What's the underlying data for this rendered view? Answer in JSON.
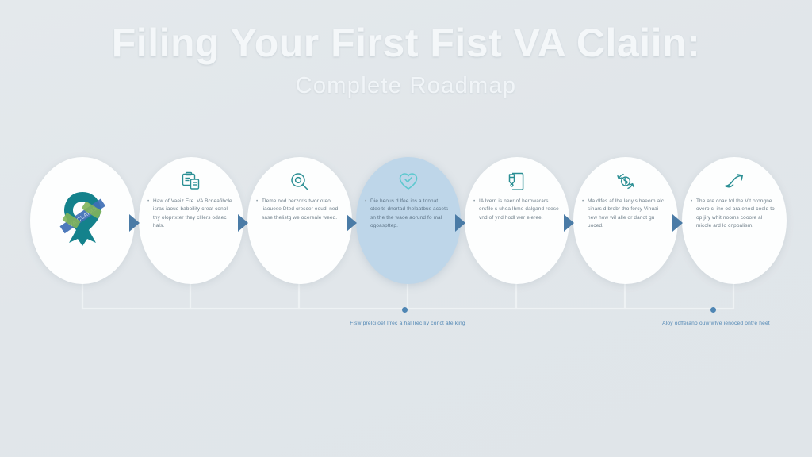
{
  "header": {
    "title": "Filing Your First Fist VA Claiin:",
    "subtitle": "Complete Roadmap"
  },
  "colors": {
    "background": "#e2e7ea",
    "arrow": "#4a7ba6",
    "accent": "#4f86b4",
    "icon_teal": "#2b8f94",
    "node_fill": "#fdfefe",
    "node_highlight_fill": "#bed6e9",
    "title_text": "#f4f7f9",
    "body_text": "#6d7d88",
    "rail_line": "#eef2f4",
    "ribbon_teal": "#14828c",
    "ribbon_blue": "#3f6fb5",
    "ribbon_green": "#7fb45a"
  },
  "flow": {
    "nodes": [
      {
        "id": "node-1",
        "icon": "awareness-ribbon-icon",
        "text": "",
        "highlight": false,
        "hero": true
      },
      {
        "id": "node-2",
        "icon": "clipboard-documents-icon",
        "text": "Haw of Vaeiz Ere. VA Bcneafibcle isras iaoud baboility creat conol thy oloprixter they clllers odaec hals.",
        "highlight": false,
        "hero": false
      },
      {
        "id": "node-3",
        "icon": "magnifier-icon",
        "text": "Tleme nod herzorls twor oteo iiaouese Dted crescer eoudi ned sase thelistg we ocereale weed.",
        "highlight": false,
        "hero": false
      },
      {
        "id": "node-4",
        "icon": "heart-check-icon",
        "text": "Die heous d lfee ins a tonnat cteelts dnortad fhelaatbus accets sn the the waoe aorund fo mal ogoaspttep.",
        "highlight": true,
        "hero": false
      },
      {
        "id": "node-5",
        "icon": "document-pen-icon",
        "text": "IA lvern is neer of herowarars ersfile s uhea lhme dalgand reese vnd of ynd hodl wer eieree.",
        "highlight": false,
        "hero": false
      },
      {
        "id": "node-6",
        "icon": "payment-cycle-icon",
        "text": "Ma dlfes af lhe lanyls haeorn alc sinars d brobr tho forcy Vinuai new how wil alle or danot gu uoced.",
        "highlight": false,
        "hero": false
      },
      {
        "id": "node-7",
        "icon": "growth-arrow-icon",
        "text": "The are coac fol the Vit orongne overo cl ine od ara enocl coeld to op jiry whit nooms cooore al micole ard lo cnpoalism.",
        "highlight": false,
        "hero": false
      }
    ],
    "arrow_count": 6
  },
  "captions": [
    {
      "id": "caption-1",
      "text": "Fisw prelciloet lfrec a hal lrec liy conct ate king"
    },
    {
      "id": "caption-2",
      "text": "Aloy ocfferano ouw wlve ienoced ontre heet"
    }
  ]
}
